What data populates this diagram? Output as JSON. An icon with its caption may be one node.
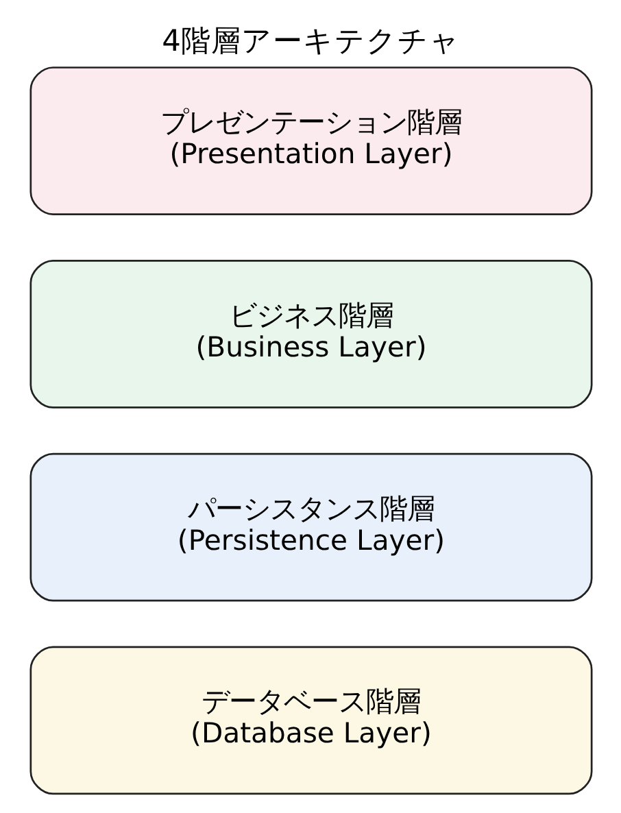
{
  "diagram": {
    "title": "4階層アーキテクチャ",
    "nodes": [
      {
        "text": [
          "プレゼンテーション階層",
          "(Presentation Layer)"
        ]
      },
      {
        "text": [
          "ビジネス階層",
          "(Business Layer)"
        ]
      },
      {
        "text": [
          "パーシスタンス階層",
          "(Persistence Layer)"
        ]
      },
      {
        "text": [
          "データベース階層",
          "(Database Layer)"
        ]
      }
    ]
  }
}
